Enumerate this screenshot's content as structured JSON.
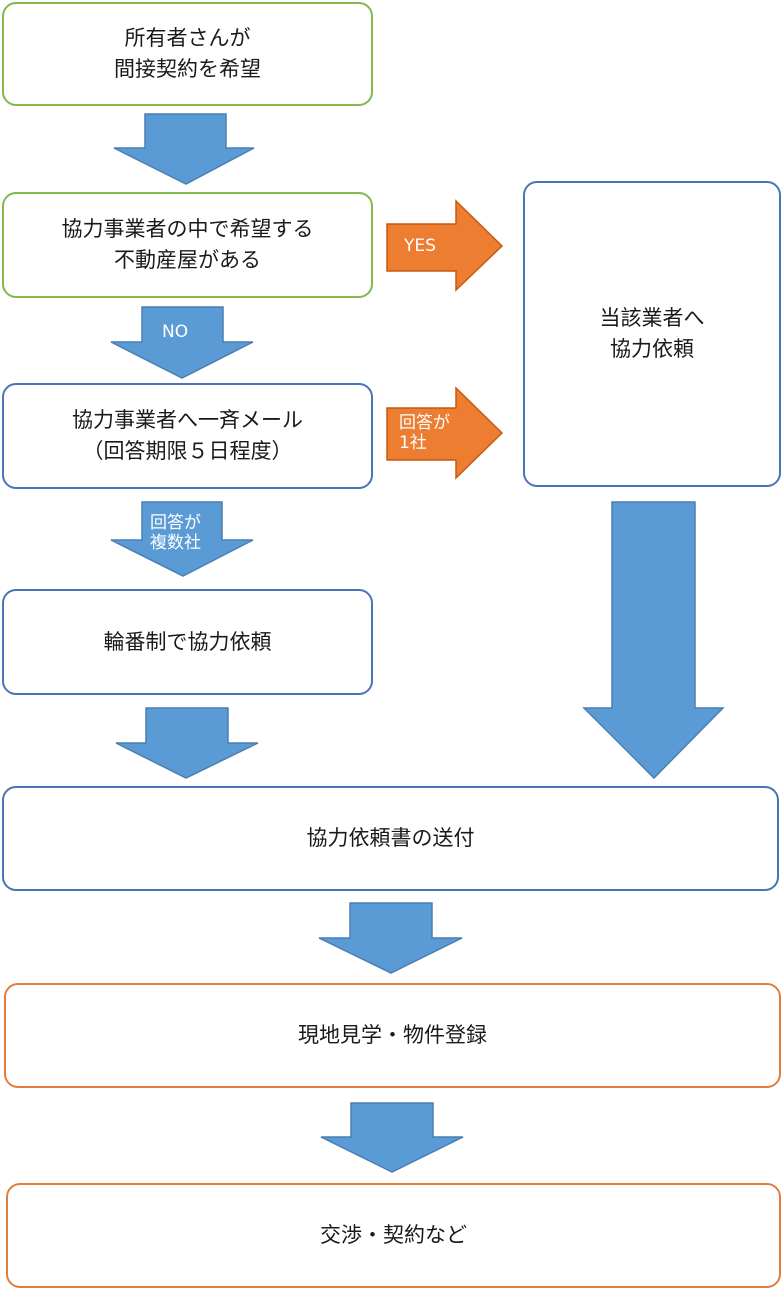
{
  "colors": {
    "green_border": "#7fba4a",
    "blue_border": "#4a74b8",
    "orange_border": "#e07e3c",
    "blue_arrow": "#5b9bd5",
    "blue_arrow_stroke": "#4a7fb3",
    "orange_arrow": "#ed7d31",
    "orange_arrow_stroke": "#c55a11"
  },
  "boxes": {
    "owner_request": {
      "line1": "所有者さんが",
      "line2": "間接契約を希望"
    },
    "partner_has_agent": {
      "line1": "協力事業者の中で希望する",
      "line2": "不動産屋がある"
    },
    "bulk_mail": {
      "line1": "協力事業者へ一斉メール",
      "line2": "（回答期限５日程度）"
    },
    "rotation": {
      "line1": "輪番制で協力依頼"
    },
    "request_agent": {
      "line1": "当該業者へ",
      "line2": "協力依頼"
    },
    "send_document": {
      "line1": "協力依頼書の送付"
    },
    "site_visit": {
      "line1": "現地見学・物件登録"
    },
    "negotiation": {
      "line1": "交渉・契約など"
    }
  },
  "arrow_labels": {
    "yes": "YES",
    "no": "NO",
    "one_company": {
      "line1": "回答が",
      "line2": "1社"
    },
    "multiple": {
      "line1": "回答が",
      "line2": "複数社"
    }
  }
}
